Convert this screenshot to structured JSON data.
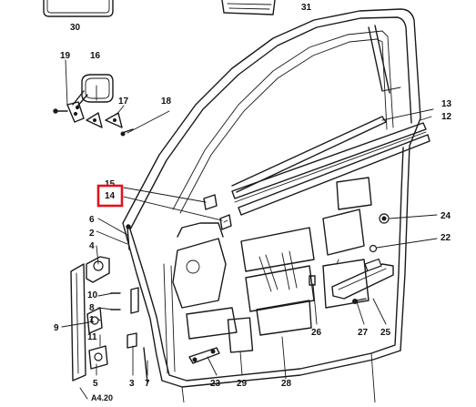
{
  "diagram": {
    "callouts": [
      {
        "id": "c30",
        "text": "30"
      },
      {
        "id": "c31",
        "text": "31"
      },
      {
        "id": "c19",
        "text": "19"
      },
      {
        "id": "c16a",
        "text": "16"
      },
      {
        "id": "c17",
        "text": "17"
      },
      {
        "id": "c18",
        "text": "18"
      },
      {
        "id": "c13",
        "text": "13"
      },
      {
        "id": "c12",
        "text": "12"
      },
      {
        "id": "c15",
        "text": "15"
      },
      {
        "id": "c14",
        "text": "14"
      },
      {
        "id": "c6",
        "text": "6"
      },
      {
        "id": "c2",
        "text": "2"
      },
      {
        "id": "c4",
        "text": "4"
      },
      {
        "id": "c24",
        "text": "24"
      },
      {
        "id": "c22",
        "text": "22"
      },
      {
        "id": "c10",
        "text": "10"
      },
      {
        "id": "c8",
        "text": "8"
      },
      {
        "id": "c1",
        "text": "1"
      },
      {
        "id": "c9",
        "text": "9"
      },
      {
        "id": "c11",
        "text": "11"
      },
      {
        "id": "c26",
        "text": "26"
      },
      {
        "id": "c27",
        "text": "27"
      },
      {
        "id": "c25",
        "text": "25"
      },
      {
        "id": "c5",
        "text": "5"
      },
      {
        "id": "c3",
        "text": "3"
      },
      {
        "id": "c7",
        "text": "7"
      },
      {
        "id": "c23",
        "text": "23"
      },
      {
        "id": "c29",
        "text": "29"
      },
      {
        "id": "c28",
        "text": "28"
      }
    ],
    "reference": "A4.20",
    "highlighted_callout": "14",
    "highlight_color": "#e0141e"
  }
}
